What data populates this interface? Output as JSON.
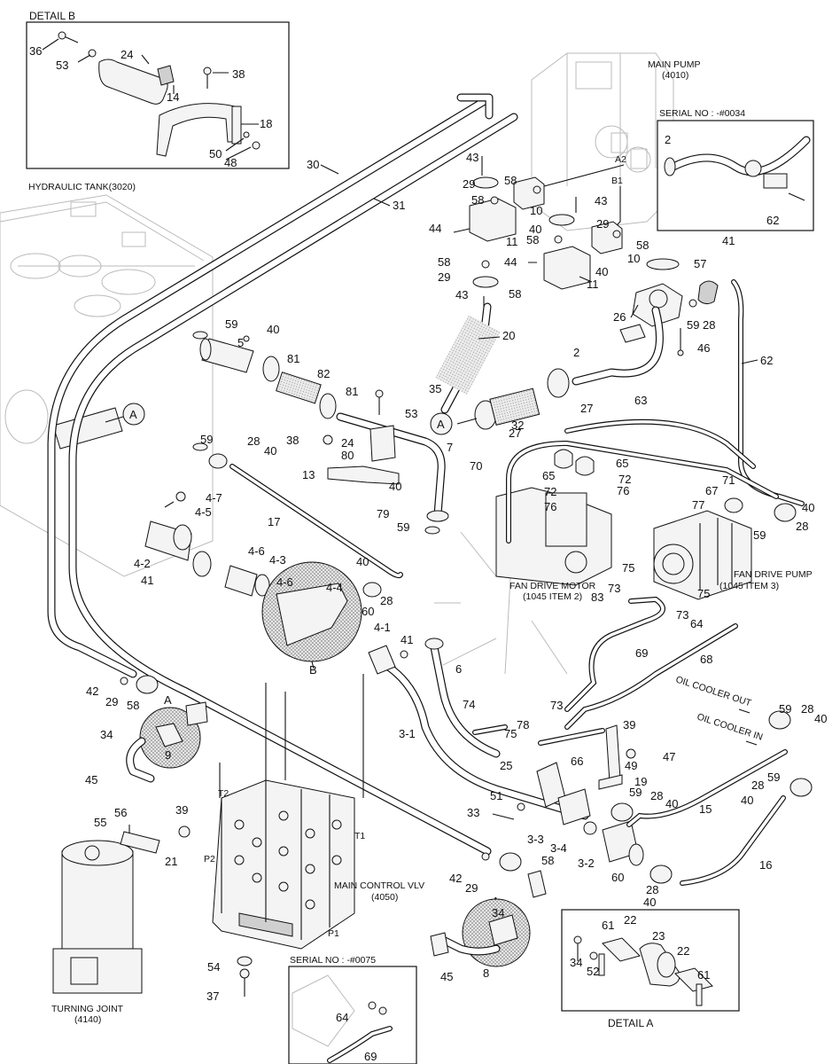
{
  "titles": {
    "detail_b": "DETAIL B",
    "detail_a": "DETAIL A",
    "main_pump": "MAIN PUMP",
    "main_pump_code": "(4010)",
    "serial_top": "SERIAL NO : -#0034",
    "serial_bottom": "SERIAL NO : -#0075",
    "hydraulic_tank": "HYDRAULIC TANK(3020)",
    "fan_drive_motor": "FAN DRIVE MOTOR",
    "fan_drive_motor_code": "(1045 ITEM 2)",
    "fan_drive_pump": "FAN DRIVE PUMP",
    "fan_drive_pump_code": "(1045 ITEM 3)",
    "main_control_vlv": "MAIN CONTROL VLV",
    "main_control_vlv_code": "(4050)",
    "turning_joint": "TURNING JOINT",
    "turning_joint_code": "(4140)",
    "oil_cooler_out": "OIL COOLER OUT",
    "oil_cooler_in": "OIL COOLER IN"
  },
  "markers": {
    "a": "A",
    "b": "B",
    "pump_a2": "A2",
    "pump_b1": "B1",
    "port_t2": "T2",
    "port_t1": "T1",
    "port_p2": "P2",
    "port_p1": "P1"
  },
  "callouts": {
    "c36": "36",
    "c53a": "53",
    "c24a": "24",
    "c38a": "38",
    "c14": "14",
    "c18": "18",
    "c50": "50",
    "c48": "48",
    "c30": "30",
    "c31": "31",
    "c2a": "2",
    "c62a": "62",
    "c43a": "43",
    "c29a": "29",
    "c58a": "58",
    "c58b": "58",
    "c10a": "10",
    "c43b": "43",
    "c44a": "44",
    "c40a": "40",
    "c11a": "11",
    "c29b": "29",
    "c58c": "58",
    "c58d": "58",
    "c44b": "44",
    "c10b": "10",
    "c58e": "58",
    "c29c": "29",
    "c40b": "40",
    "c11b": "11",
    "c43c": "43",
    "c58f": "58",
    "c57": "57",
    "c41a": "41",
    "c26": "26",
    "c59a": "59",
    "c28a": "28",
    "c46": "46",
    "c62b": "62",
    "c2b": "2",
    "c20": "20",
    "c59b": "59",
    "c40c": "40",
    "c5": "5",
    "c81a": "81",
    "c82": "82",
    "c81b": "81",
    "c35": "35",
    "c53b": "53",
    "c32": "32",
    "c27a": "27",
    "c27b": "27",
    "c63": "63",
    "c38b": "38",
    "c24b": "24",
    "c80": "80",
    "c7": "7",
    "c59c": "59",
    "c28b": "28",
    "c40d": "40",
    "c13": "13",
    "c40e": "40",
    "c79": "79",
    "c70": "70",
    "c65a": "65",
    "c65b": "65",
    "c72a": "72",
    "c72b": "72",
    "c76a": "76",
    "c76b": "76",
    "c71": "71",
    "c67": "67",
    "c77": "77",
    "c40f": "40",
    "c59d": "59",
    "c28c": "28",
    "c47": "4-7",
    "c45": "4-5",
    "c17": "17",
    "c59e": "59",
    "c42": "4-2",
    "c41b": "41",
    "c46b": "4-6",
    "c43d": "4-3",
    "c40g": "40",
    "c28d": "28",
    "c46c": "4-6",
    "c44c": "4-4",
    "c60a": "60",
    "c41c": "4-1",
    "c73a": "73",
    "c75a": "75",
    "c83": "83",
    "c75b": "75",
    "c73b": "73",
    "c64a": "64",
    "c41d": "41",
    "c6": "6",
    "c69": "69",
    "c68": "68",
    "c42b": "42",
    "c29d": "29",
    "c58g": "58",
    "c74": "74",
    "c78": "78",
    "c73c": "73",
    "c75c": "75",
    "c66": "66",
    "c39a": "39",
    "c49": "49",
    "c47b": "47",
    "c19": "19",
    "c59f": "59",
    "c28e": "28",
    "c40h": "40",
    "c34a": "34",
    "c9": "9",
    "c45b": "45",
    "c31b": "3-1",
    "c25": "25",
    "c51": "51",
    "c33": "33",
    "c59g": "59",
    "c28f": "28",
    "c40i": "40",
    "c28g": "28",
    "c59h": "59",
    "c40j": "40",
    "c15": "15",
    "c33b": "3-3",
    "c34b": "3-4",
    "c32b": "3-2",
    "c60b": "60",
    "c28h": "28",
    "c16": "16",
    "c40k": "40",
    "c55": "55",
    "c56": "56",
    "c39b": "39",
    "c21": "21",
    "c42c": "42",
    "c29e": "29",
    "c58h": "58",
    "c34c": "34",
    "c8": "8",
    "c45c": "45",
    "c54": "54",
    "c37": "37",
    "c64b": "64",
    "c69b": "69",
    "c61a": "61",
    "c22a": "22",
    "c23": "23",
    "c22b": "22",
    "c61b": "61",
    "c34d": "34",
    "c52": "52"
  }
}
